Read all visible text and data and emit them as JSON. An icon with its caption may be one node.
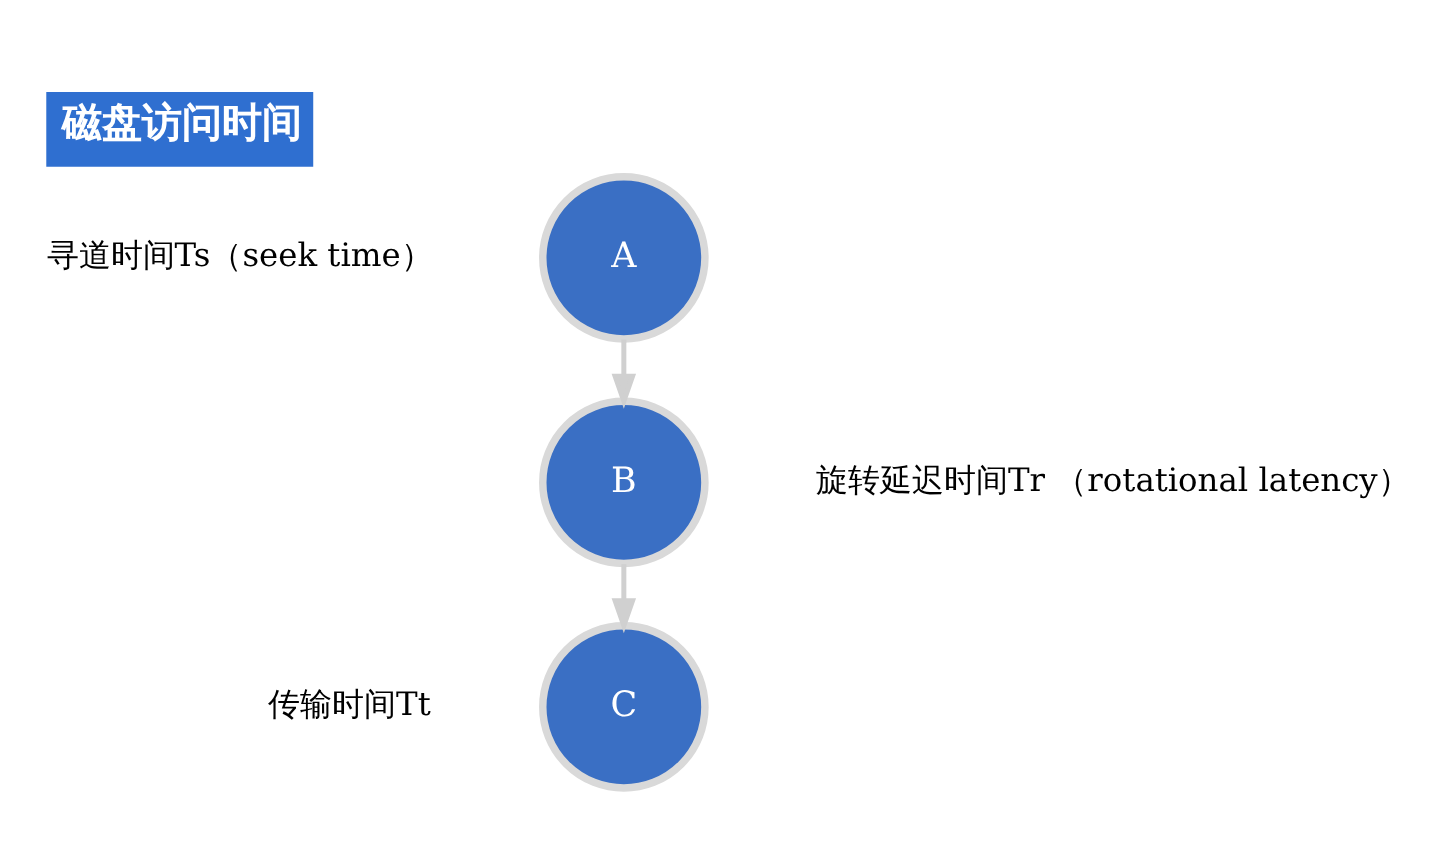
{
  "diagram": {
    "title": "磁盘访问时间",
    "nodes": [
      {
        "text": [
          "A"
        ],
        "beside": [
          "寻道时间Ts（seek time）"
        ]
      },
      {
        "text": [
          "B"
        ],
        "beside": [
          "旋转延迟时间Tr （rotational latency）"
        ]
      },
      {
        "text": [
          "C"
        ],
        "beside": [
          "传输时间Tt"
        ]
      }
    ],
    "edges": [
      {
        "from": 0,
        "to": 1,
        "arrow": "to"
      },
      {
        "from": 1,
        "to": 2,
        "arrow": "to"
      }
    ]
  }
}
